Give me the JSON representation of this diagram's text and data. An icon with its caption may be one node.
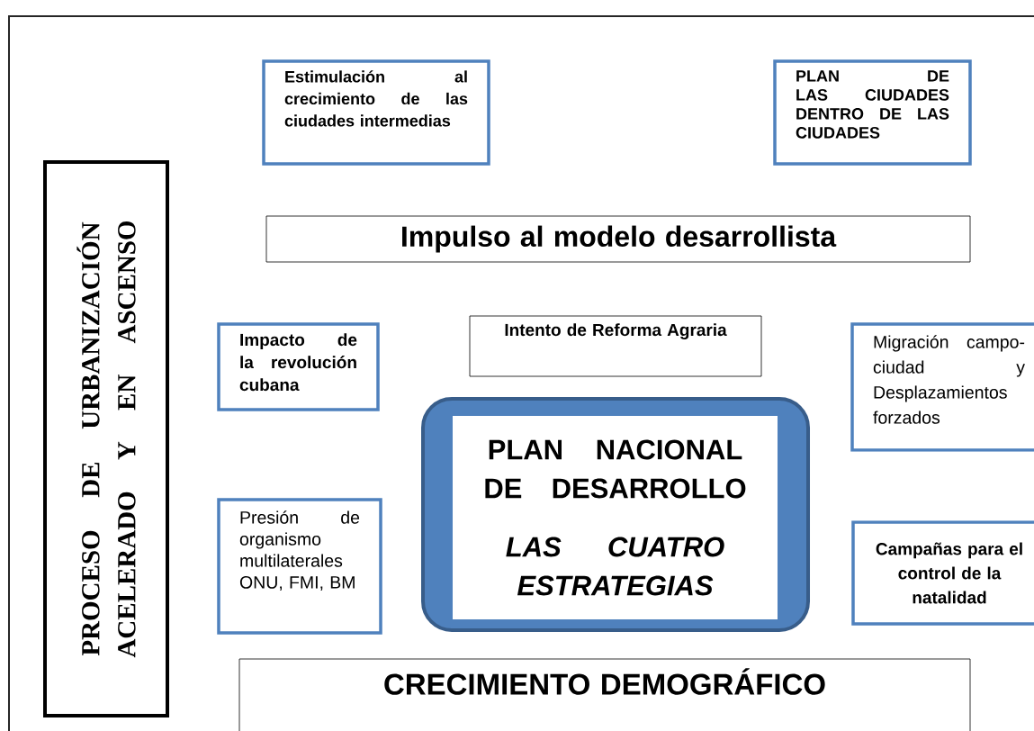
{
  "diagram": {
    "nodes": [
      {
        "text": [
          "PROCESO DE URBANIZACIÓN ACELERADO Y EN ASCENSO"
        ]
      },
      {
        "text": [
          "Estimulación al crecimiento de las ciudades intermedias"
        ]
      },
      {
        "text": [
          "PLAN DE LAS CIUDADES DENTRO DE LAS CIUDADES"
        ]
      },
      {
        "text": [
          "Impulso al modelo desarrollista"
        ]
      },
      {
        "text": [
          "Impacto de la revolución cubana"
        ]
      },
      {
        "text": [
          "Intento de Reforma Agraria"
        ]
      },
      {
        "text": [
          "Migración campo-ciudad y Desplazamientos forzados"
        ]
      },
      {
        "text": [
          "PLAN NACIONAL DE DESARROLLO",
          "LAS CUATRO ESTRATEGIAS"
        ]
      },
      {
        "text": [
          "Presión de organismo multilaterales ONU, FMI, BM"
        ]
      },
      {
        "text": [
          "Campañas para el control de la natalidad"
        ]
      },
      {
        "text": [
          "CRECIMIENTO DEMOGRÁFICO"
        ]
      }
    ]
  }
}
